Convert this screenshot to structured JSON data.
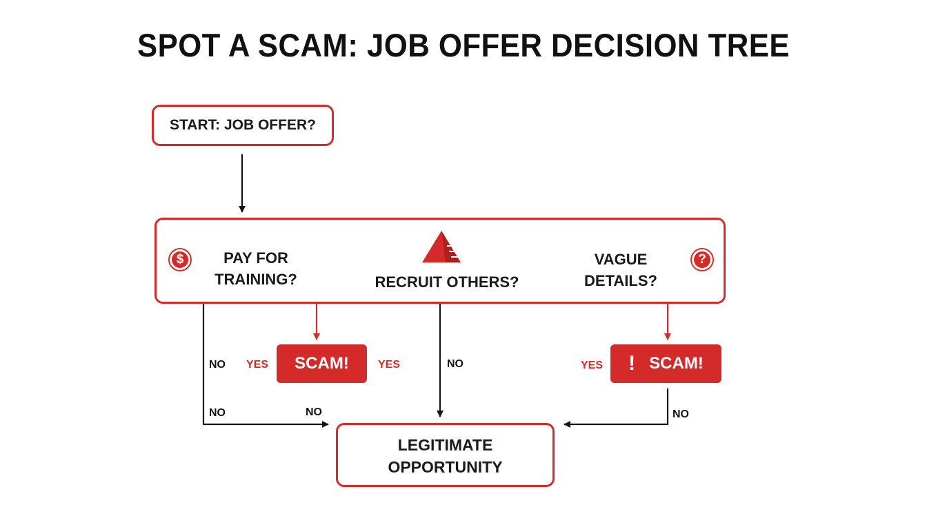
{
  "title": "SPOT A SCAM: JOB OFFER DECISION TREE",
  "start": {
    "label": "START: JOB OFFER?"
  },
  "questions": {
    "pay_line1": "PAY FOR",
    "pay_line2": "TRAINING?",
    "pay_icon": "$",
    "recruit": "RECRUIT OTHERS?",
    "recruit_icon": "pyramid-icon",
    "vague_line1": "VAGUE",
    "vague_line2": "DETAILS?",
    "vague_icon": "?"
  },
  "outcomes": {
    "scam_left": "SCAM!",
    "scam_right": "SCAM!",
    "scam_right_icon": "!",
    "legit_line1": "LEGITIMATE",
    "legit_line2": "OPPORTUNITY"
  },
  "edge_labels": {
    "no_left_upper": "NO",
    "yes_left": "YES",
    "yes_mid": "YES",
    "no_center": "NO",
    "yes_right": "YES",
    "no_left_lower": "NO",
    "no_mid_lower": "NO",
    "no_right": "NO"
  },
  "colors": {
    "accent": "#d42a2a",
    "text": "#141414",
    "background": "#ffffff"
  }
}
